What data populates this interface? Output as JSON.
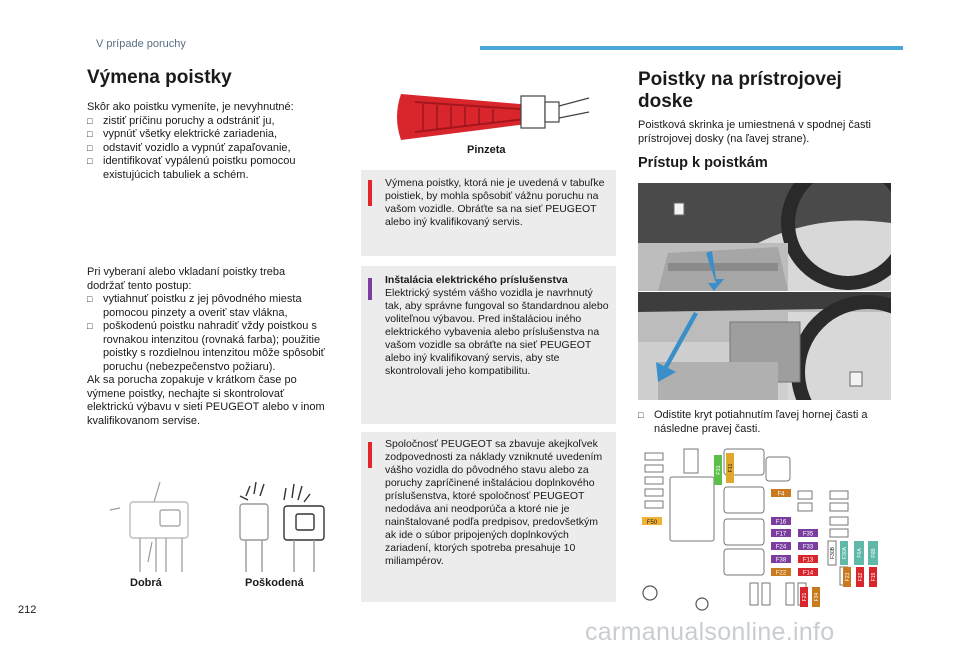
{
  "header": {
    "section": "V prípade poruchy"
  },
  "left": {
    "title": "Výmena poistky",
    "intro": "Skôr ako poistku vymeníte, je nevyhnutné:",
    "steps": [
      "zistiť príčinu poruchy a odstrániť ju,",
      "vypnúť všetky elektrické zariadenia,",
      "odstaviť vozidlo a vypnúť zapaľovanie,",
      "identifikovať vypálenú poistku pomocou existujúcich tabuliek a schém."
    ],
    "procedure_intro_1": "Pri vyberaní alebo vkladaní poistky treba",
    "procedure_intro_2": "dodržať tento postup:",
    "procedure": [
      "vytiahnuť poistku z jej pôvodného miesta pomocou pinzety a overiť stav vlákna,",
      "poškodenú poistku nahradiť vždy poistkou s rovnakou intenzitou (rovnaká farba); použitie poistky s rozdielnou intenzitou môže spôsobiť poruchu (nebezpečenstvo požiaru)."
    ],
    "closing": "Ak sa porucha zopakuje v krátkom čase po výmene poistky, nechajte si skontrolovať elektrickú výbavu v sieti PEUGEOT alebo v inom kvalifikovanom servise.",
    "caption_good": "Dobrá",
    "caption_bad": "Poškodená"
  },
  "middle": {
    "pinzeta_caption": "Pinzeta",
    "warning1": "Výmena poistky, ktorá nie je uvedená v tabuľke poistiek, by mohla spôsobiť vážnu poruchu na vašom vozidle. Obráťte sa na sieť PEUGEOT alebo iný kvalifikovaný servis.",
    "info_title": "Inštalácia elektrického príslušenstva",
    "info_body": "Elektrický systém vášho vozidla je navrhnutý tak, aby správne fungoval so štandardnou alebo voliteľnou výbavou. Pred inštaláciou iného elektrického vybavenia alebo príslušenstva na vašom vozidle sa obráťte na sieť PEUGEOT alebo iný kvalifikovaný servis, aby ste skontrolovali jeho kompatibilitu.",
    "warning2": "Spoločnosť PEUGEOT sa zbavuje akejkoľvek zodpovednosti za náklady vzniknuté uvedením vášho vozidla do pôvodného stavu alebo za poruchy zapríčinené inštaláciou doplnkového príslušenstva, ktoré spoločnosť PEUGEOT nedodáva ani neodporúča a ktoré nie je nainštalované podľa predpisov, predovšetkým ak ide o súbor pripojených doplnkových zariadení, ktorých spotreba presahuje 10 miliampérov."
  },
  "right": {
    "title_line1": "Poistky na prístrojovej",
    "title_line2": "doske",
    "intro": "Poistková skrinka je umiestnená v spodnej časti prístrojovej dosky (na ľavej strane).",
    "subtitle": "Prístup k poistkám",
    "step": "Odistite kryt potiahnutím ľavej hornej časti a následne pravej časti.",
    "fuse_labels": {
      "f50": "F50",
      "f31": "F31",
      "f11": "F11",
      "f4": "F4",
      "f16": "F16",
      "f17": "F17",
      "f35": "F35",
      "f24": "F24",
      "f33": "F33",
      "f38": "F38",
      "f13": "F13",
      "f22": "F22",
      "f14": "F14",
      "f30b": "F30B",
      "f30a": "F30A",
      "f26": "F26",
      "f23": "F23",
      "f32": "F32",
      "f19": "F19",
      "f21": "F21",
      "f34": "F34",
      "f6a": "F6A",
      "f6b": "F6B"
    }
  },
  "footer": {
    "page_number": "212",
    "watermark": "carmanualsonline.info"
  },
  "colors": {
    "accent_blue": "#4aa8d8",
    "warning_red": "#e3242b",
    "info_purple": "#7b3ea0",
    "panel_grey": "#ececec"
  }
}
